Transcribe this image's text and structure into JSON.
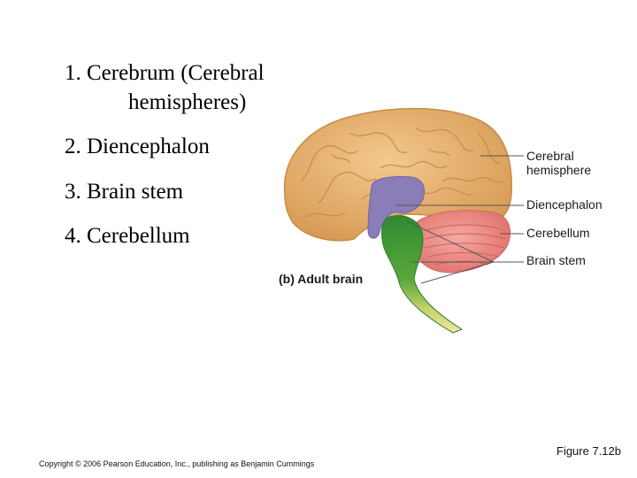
{
  "list": {
    "item1_line1": "1. Cerebrum (Cerebral",
    "item1_line2": "hemispheres)",
    "item2": "2. Diencephalon",
    "item3": "3. Brain stem",
    "item4": "4. Cerebellum"
  },
  "figure": {
    "caption": "(b) Adult brain",
    "labels": {
      "cerebral_hemisphere": "Cerebral hemisphere",
      "diencephalon": "Diencephalon",
      "cerebellum": "Cerebellum",
      "brain_stem": "Brain stem"
    },
    "colors": {
      "cerebrum": "#e9b774",
      "diencephalon": "#8a7db8",
      "cerebellum": "#f2918c",
      "brain_stem": "#3f9a3a",
      "spinal_cord": "#e8d78a"
    }
  },
  "footer": {
    "figure_number": "Figure 7.12b",
    "copyright": "Copyright © 2006 Pearson Education, Inc., publishing as Benjamin Cummings"
  }
}
